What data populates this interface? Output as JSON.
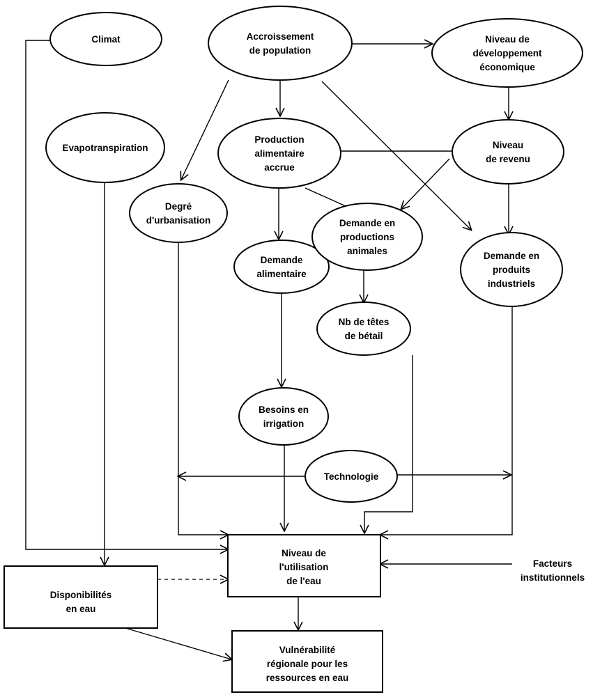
{
  "nodes": {
    "climat": {
      "lines": [
        "Climat"
      ]
    },
    "accroissement_population": {
      "lines": [
        "Accroissement",
        "de population"
      ]
    },
    "niveau_developpement": {
      "lines": [
        "Niveau de",
        "développement",
        "économique"
      ]
    },
    "evapotranspiration": {
      "lines": [
        "Evapotranspiration"
      ]
    },
    "production_alimentaire": {
      "lines": [
        "Production",
        "alimentaire",
        "accrue"
      ]
    },
    "niveau_revenu": {
      "lines": [
        "Niveau",
        "de revenu"
      ]
    },
    "degre_urbanisation": {
      "lines": [
        "Degré",
        "d'urbanisation"
      ]
    },
    "demande_productions_animales": {
      "lines": [
        "Demande en",
        "productions",
        "animales"
      ]
    },
    "demande_produits_industriels": {
      "lines": [
        "Demande en",
        "produits",
        "industriels"
      ]
    },
    "demande_alimentaire": {
      "lines": [
        "Demande",
        "alimentaire"
      ]
    },
    "nb_tetes_betail": {
      "lines": [
        "Nb de têtes",
        "de bétail"
      ]
    },
    "besoins_irrigation": {
      "lines": [
        "Besoins en",
        "irrigation"
      ]
    },
    "technologie": {
      "lines": [
        "Technologie"
      ]
    },
    "niveau_utilisation_eau": {
      "lines": [
        "Niveau de",
        "l'utilisation",
        "de l'eau"
      ]
    },
    "facteurs_institutionnels": {
      "lines": [
        "Facteurs",
        "institutionnels"
      ]
    },
    "disponibilites_eau": {
      "lines": [
        "Disponibilités",
        "en eau"
      ]
    },
    "vulnerabilite_regionale": {
      "lines": [
        "Vulnérabilité",
        "régionale pour les",
        "ressources en eau"
      ]
    }
  }
}
